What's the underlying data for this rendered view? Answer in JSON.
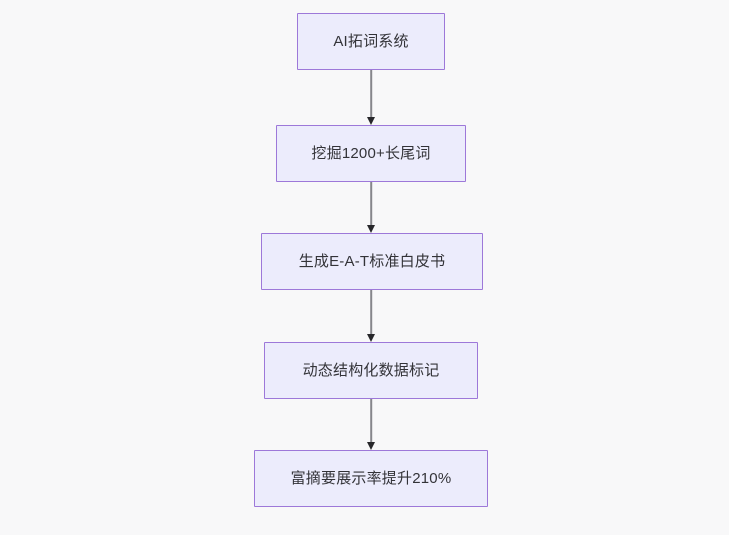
{
  "diagram": {
    "type": "flowchart",
    "direction": "top-to-bottom",
    "background_color": "#f8f8f9",
    "node_fill_color": "#ececfc",
    "node_border_color": "#9d78d9",
    "node_text_color": "#333338",
    "edge_color": "#86868b",
    "arrowhead_color": "#27272b",
    "nodes": [
      {
        "id": "n0",
        "label": "AI拓词系统"
      },
      {
        "id": "n1",
        "label": "挖掘1200+长尾词"
      },
      {
        "id": "n2",
        "label": "生成E-A-T标准白皮书"
      },
      {
        "id": "n3",
        "label": "动态结构化数据标记"
      },
      {
        "id": "n4",
        "label": "富摘要展示率提升210%"
      }
    ],
    "edges": [
      {
        "from": "n0",
        "to": "n1",
        "label": ""
      },
      {
        "from": "n1",
        "to": "n2",
        "label": ""
      },
      {
        "from": "n2",
        "to": "n3",
        "label": ""
      },
      {
        "from": "n3",
        "to": "n4",
        "label": ""
      }
    ]
  }
}
